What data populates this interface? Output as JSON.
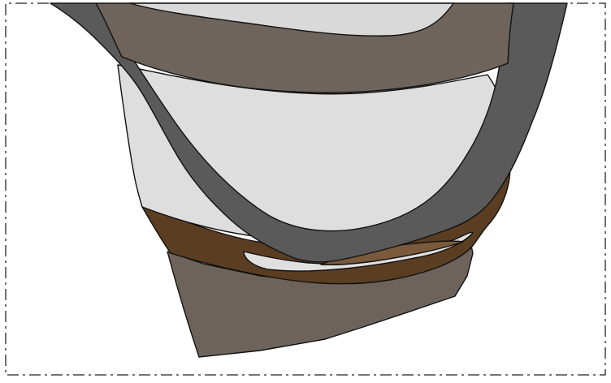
{
  "diagram": {
    "style": "cross-section of stacked layered deposits within a dash-dot frame",
    "layers": [
      {
        "name": "basal-taupe-layer",
        "color": "#6d635a"
      },
      {
        "name": "brown-band-layer",
        "color": "#5b3d22"
      },
      {
        "name": "lower-light-lens-layer",
        "color": "#e0e0e0"
      },
      {
        "name": "lower-tan-lens-layer",
        "color": "#7a5a3a"
      },
      {
        "name": "upper-light-fill-layer",
        "color": "#dedede"
      },
      {
        "name": "dark-gray-arc-layer",
        "color": "#5a5a5a"
      },
      {
        "name": "upper-taupe-band-layer",
        "color": "#6e645b"
      },
      {
        "name": "top-light-cap-layer",
        "color": "#d9d9d9"
      }
    ],
    "frame_line": "dash-dot"
  }
}
